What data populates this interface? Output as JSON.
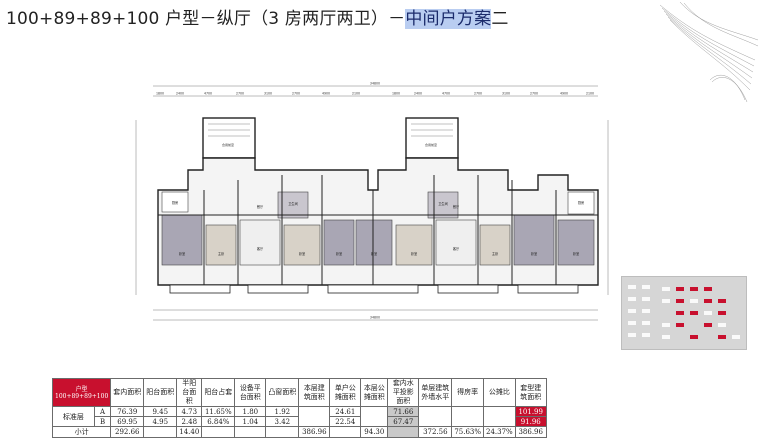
{
  "title": {
    "main": "100+89+89+100 户型－纵厅（3 房两厅两卫）－",
    "highlight": "中间户方案",
    "suffix": "二"
  },
  "plan": {
    "top_dims": [
      "1800",
      "2400",
      "4700",
      "2700",
      "3100",
      "2700",
      "4900",
      "2100",
      "1800",
      "2400",
      "4700",
      "2700",
      "3100",
      "2700",
      "4900",
      "2100"
    ],
    "total_dim": "34800",
    "bottom_total": "34800",
    "rooms": {
      "stair": "合用前室",
      "living": "客厅",
      "dining": "餐厅",
      "bedroom": "卧室",
      "master": "主卧",
      "kitchen": "厨房",
      "bath": "卫生间",
      "balcony": "阳台"
    }
  },
  "table": {
    "type_label": "户型",
    "type_value": "100+89+89+100",
    "headers": [
      "套内面积",
      "阳台面积",
      "半阳台面积",
      "阳台占套",
      "设备平台面积",
      "凸窗面积",
      "本层建筑面积",
      "单户公摊面积",
      "本层公摊面积",
      "套内水平投影面积",
      "单层建筑外墙水平",
      "得房率",
      "公摊比",
      "套型建筑面积"
    ],
    "rows": [
      {
        "group": "标准层",
        "unit": "A",
        "cells": [
          "76.39",
          "9.45",
          "4.73",
          "11.65%",
          "1.80",
          "1.92",
          "",
          "24.61",
          "",
          "71.66",
          "",
          "",
          "",
          "101.99"
        ]
      },
      {
        "group": "",
        "unit": "B",
        "cells": [
          "69.95",
          "4.95",
          "2.48",
          "6.84%",
          "1.04",
          "3.42",
          "",
          "22.54",
          "",
          "67.47",
          "",
          "",
          "",
          "91.96"
        ]
      },
      {
        "group": "小计",
        "unit": "",
        "cells": [
          "292.66",
          "",
          "14.40",
          "",
          "",
          "",
          "386.96",
          "",
          "94.30",
          "",
          "372.56",
          "75.63%",
          "24.37%",
          "386.96"
        ]
      }
    ]
  },
  "colors": {
    "accent_red": "#c8102e",
    "highlight": "#b9cdf1"
  }
}
